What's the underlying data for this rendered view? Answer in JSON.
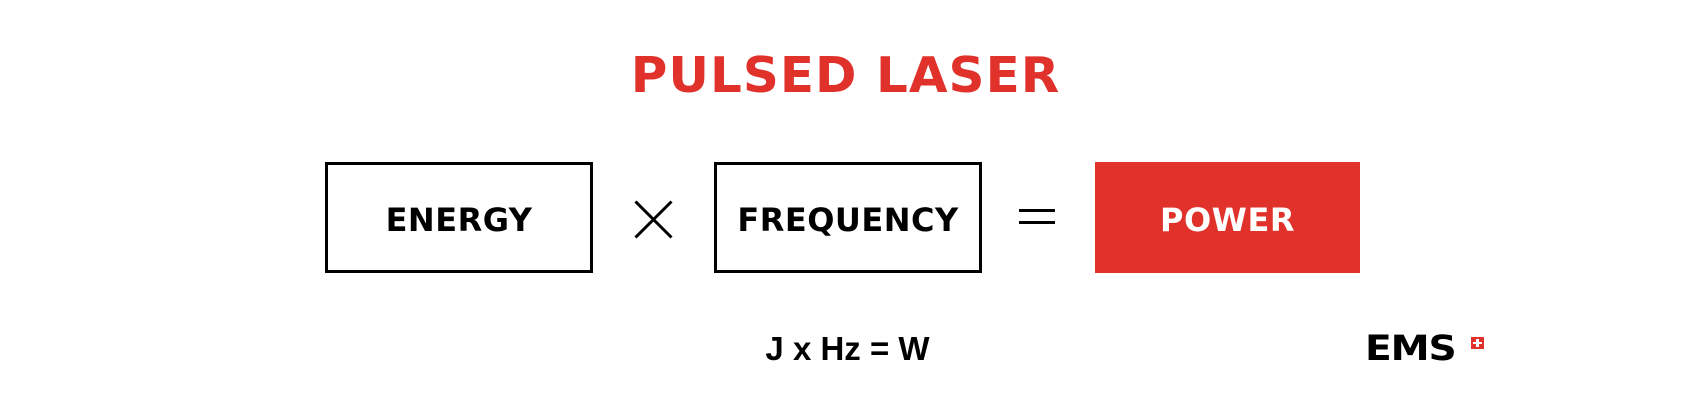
{
  "title": "PULSED LASER",
  "equation": {
    "terms": [
      {
        "id": "energy",
        "label": "ENERGY",
        "style": "outline"
      },
      {
        "id": "frequency",
        "label": "FREQUENCY",
        "style": "outline"
      },
      {
        "id": "power",
        "label": "POWER",
        "style": "filled"
      }
    ],
    "operators": [
      {
        "symbol": "×",
        "icon": "multiply-icon"
      },
      {
        "symbol": "=",
        "icon": "equals-icon"
      }
    ]
  },
  "formula": "J x Hz = W",
  "logo": {
    "text": "EMS",
    "flag": "swiss-cross-icon"
  },
  "colors": {
    "accent": "#e0312b",
    "text": "#000000",
    "background": "#ffffff"
  }
}
